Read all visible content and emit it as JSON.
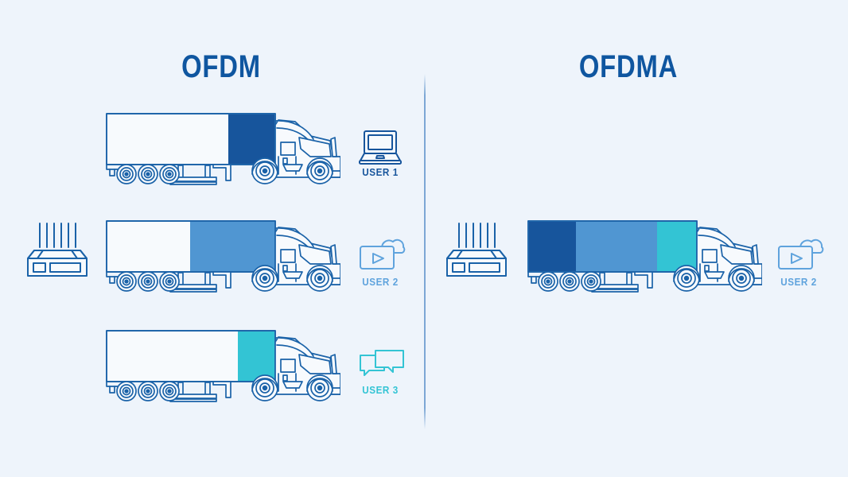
{
  "meta": {
    "background_color": "#eef4fb",
    "line_color": "#1a62a8",
    "divider_color": "#7ca7d5"
  },
  "palette": {
    "dark_blue": "#17559c",
    "medium_blue": "#5096d2",
    "cyan": "#33c4d4",
    "outline": "#1a62a8",
    "trailer_fill": "#f7fafd",
    "title_blue": "#0f56a0"
  },
  "panels": [
    {
      "id": "ofdm",
      "title": "OFDM",
      "router": {
        "icon": "router-icon",
        "antennas": 6
      },
      "rows": [
        {
          "user": "USER 1",
          "device_icon": "laptop-icon",
          "color": "#17559c",
          "fill_fraction": 0.28,
          "fill_align": "right"
        },
        {
          "user": "USER 2",
          "device_icon": "video-cloud-icon",
          "color": "#5096d2",
          "fill_fraction": 0.5,
          "fill_align": "right"
        },
        {
          "user": "USER 3",
          "device_icon": "chat-bubbles-icon",
          "color": "#33c4d4",
          "fill_fraction": 0.22,
          "fill_align": "right"
        }
      ]
    },
    {
      "id": "ofdma",
      "title": "OFDMA",
      "router": {
        "icon": "router-icon",
        "antennas": 6
      },
      "rows": [
        {
          "user": "USER 2",
          "device_icon": "video-cloud-icon",
          "color": "#5096d2",
          "segments": [
            {
              "color": "#17559c",
              "fraction": 0.28
            },
            {
              "color": "#5096d2",
              "fraction": 0.48
            },
            {
              "color": "#33c4d4",
              "fraction": 0.24
            }
          ]
        }
      ]
    }
  ]
}
